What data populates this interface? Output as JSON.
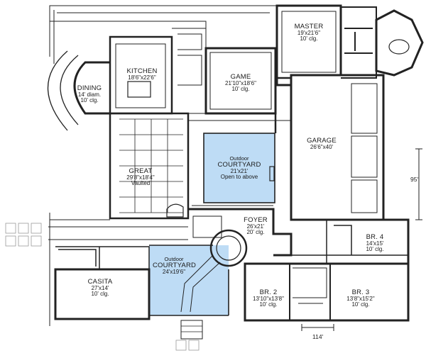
{
  "colors": {
    "wall": "#222222",
    "courtyard": "#bedcf5",
    "background": "#ffffff"
  },
  "rooms": {
    "master": {
      "name": "MASTER",
      "dims": "19'x21'6\"",
      "ceiling": "10' clg."
    },
    "kitchen": {
      "name": "KITCHEN",
      "dims": "18'6\"x22'6\""
    },
    "dining": {
      "name": "DINING",
      "dims": "14' diam.",
      "ceiling": "10' clg."
    },
    "game": {
      "name": "GAME",
      "dims": "21'10\"x18'6\"",
      "ceiling": "10' clg."
    },
    "garage": {
      "name": "GARAGE",
      "dims": "26'6\"x40'"
    },
    "great": {
      "name": "GREAT",
      "dims": "29'8\"x18'4\"",
      "ceiling": "Vaulted"
    },
    "courtyard_upper": {
      "prefix": "Outdoor",
      "name": "COURTYARD",
      "dims": "21'x21'",
      "note": "Open to above"
    },
    "foyer": {
      "name": "FOYER",
      "dims": "26'x21'",
      "ceiling": "20' clg."
    },
    "br4": {
      "name": "BR. 4",
      "dims": "14'x15'",
      "ceiling": "10' clg."
    },
    "casita": {
      "name": "CASITA",
      "dims": "27'x14'",
      "ceiling": "10' clg."
    },
    "courtyard_lower": {
      "prefix": "Outdoor",
      "name": "COURTYARD",
      "dims": "24'x19'6\""
    },
    "br2": {
      "name": "BR. 2",
      "dims": "13'10\"x13'8\"",
      "ceiling": "10' clg."
    },
    "br3": {
      "name": "BR. 3",
      "dims": "13'8\"x15'2\"",
      "ceiling": "10' clg."
    }
  },
  "dimensions": {
    "width": "114'",
    "depth": "95'"
  }
}
